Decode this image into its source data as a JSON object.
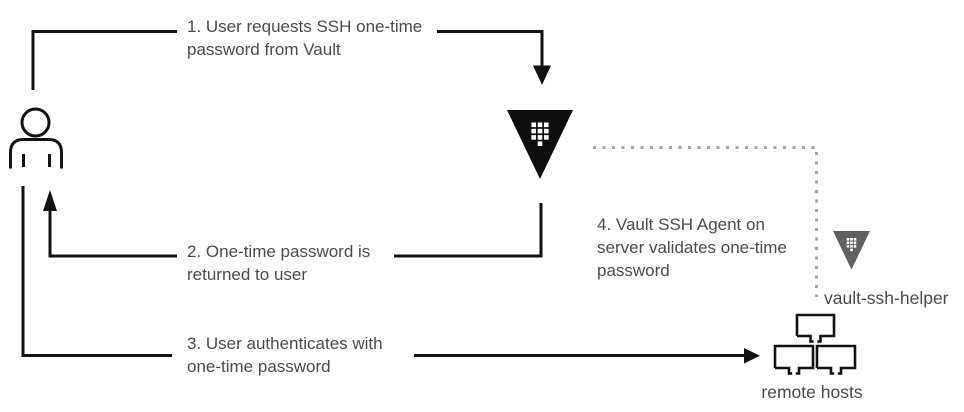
{
  "diagram": {
    "kind": "vault-ssh-otp-flow"
  },
  "colors": {
    "line": "#121212",
    "text": "#4b4b4b",
    "dotted": "#a6a6a6",
    "vault_black": "#0e0e0e",
    "helper_gray": "#606060"
  },
  "steps": [
    {
      "id": "1",
      "lines": [
        "1. User requests SSH one-time",
        "password from Vault"
      ]
    },
    {
      "id": "2",
      "lines": [
        "2. One-time password is",
        "returned to user"
      ]
    },
    {
      "id": "3",
      "lines": [
        "3. User authenticates with",
        "one-time password"
      ]
    },
    {
      "id": "4",
      "lines": [
        "4. Vault SSH Agent on",
        "server validates one-time",
        "password"
      ]
    }
  ],
  "nodes": {
    "vault_ssh_helper": {
      "label": "vault-ssh-helper"
    },
    "remote_hosts": {
      "label": "remote hosts"
    }
  }
}
